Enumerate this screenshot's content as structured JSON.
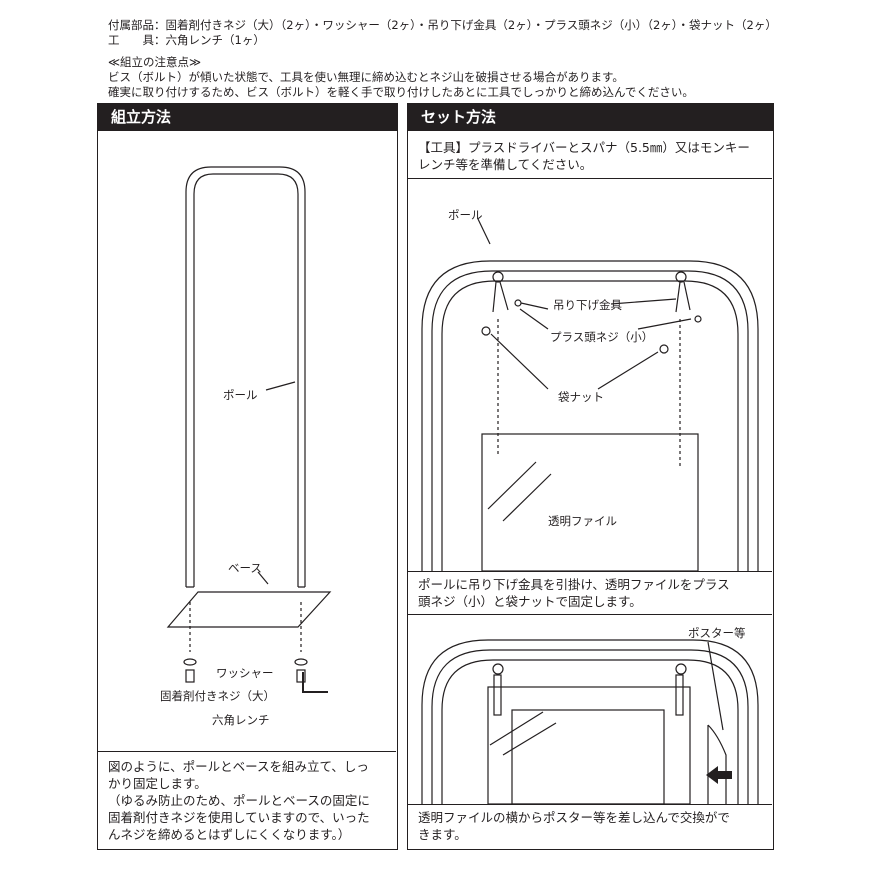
{
  "header": {
    "parts_line": "付属部品：固着剤付きネジ（大）（2ヶ）・ワッシャー（2ヶ）・吊り下げ金具（2ヶ）・プラス頭ネジ（小）（2ヶ）・袋ナット（2ヶ）",
    "tools_line": "工　　具：六角レンチ（1ヶ）",
    "caution_title": "≪組立の注意点≫",
    "caution_1": "ビス（ボルト）が傾いた状態で、工具を使い無理に締め込むとネジ山を破損させる場合があります。",
    "caution_2": "確実に取り付けするため、ビス（ボルト）を軽く手で取り付けしたあとに工具でしっかりと締め込んでください。"
  },
  "assembly": {
    "title": "組立方法",
    "labels": {
      "pole": "ポール",
      "base": "ベース",
      "washer": "ワッシャー",
      "screw": "固着剤付きネジ（大）",
      "wrench": "六角レンチ"
    },
    "text_1": "図のように、ポールとベースを組み立て、しっ",
    "text_2": "かり固定します。",
    "text_3": "（ゆるみ防止のため、ポールとベースの固定に",
    "text_4": "固着剤付きネジを使用していますので、いった",
    "text_5": "んネジを締めるとはずしにくくなります。）"
  },
  "setup": {
    "title": "セット方法",
    "tools_1": "【工具】プラスドライバーとスパナ（5.5㎜）又はモンキー",
    "tools_2": "レンチ等を準備してください。",
    "labels": {
      "pole": "ポール",
      "hanger": "吊り下げ金具",
      "screw_small": "プラス頭ネジ（小）",
      "cap_nut": "袋ナット",
      "file": "透明ファイル",
      "poster": "ポスター等"
    },
    "caption_1a": "ポールに吊り下げ金具を引掛け、透明ファイルをプラス",
    "caption_1b": "頭ネジ（小）と袋ナットで固定します。",
    "caption_2a": "透明ファイルの横からポスター等を差し込んで交換がで",
    "caption_2b": "きます。"
  }
}
